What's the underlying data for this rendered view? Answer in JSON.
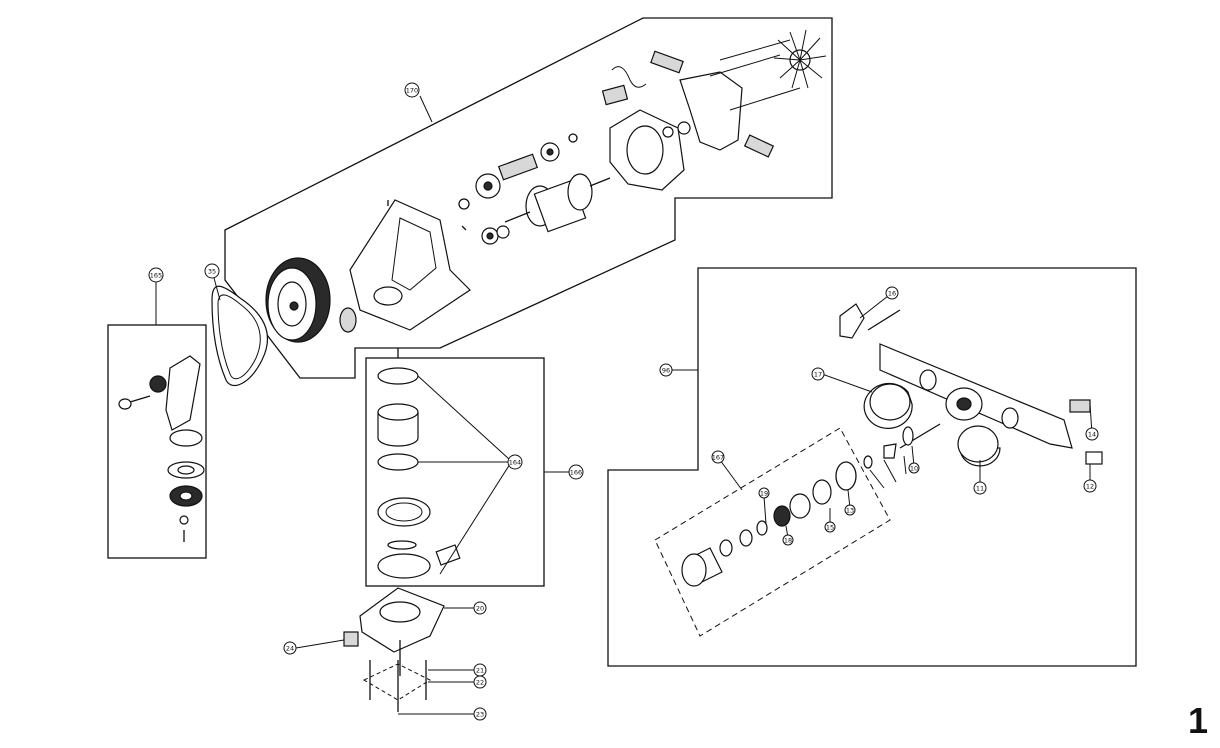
{
  "page_number": "1",
  "callouts": {
    "c170": "170",
    "c165": "165",
    "c35": "35",
    "c164": "164",
    "c166": "166",
    "c20": "20",
    "c24": "24",
    "c21": "21",
    "c22": "22",
    "c23": "23",
    "c96": "96",
    "c16": "16",
    "c17": "17",
    "c14": "14",
    "c11": "11",
    "c12": "12",
    "c167": "167",
    "c19": "19",
    "c18": "18",
    "c15": "15",
    "c13": "13",
    "c10": "10"
  }
}
